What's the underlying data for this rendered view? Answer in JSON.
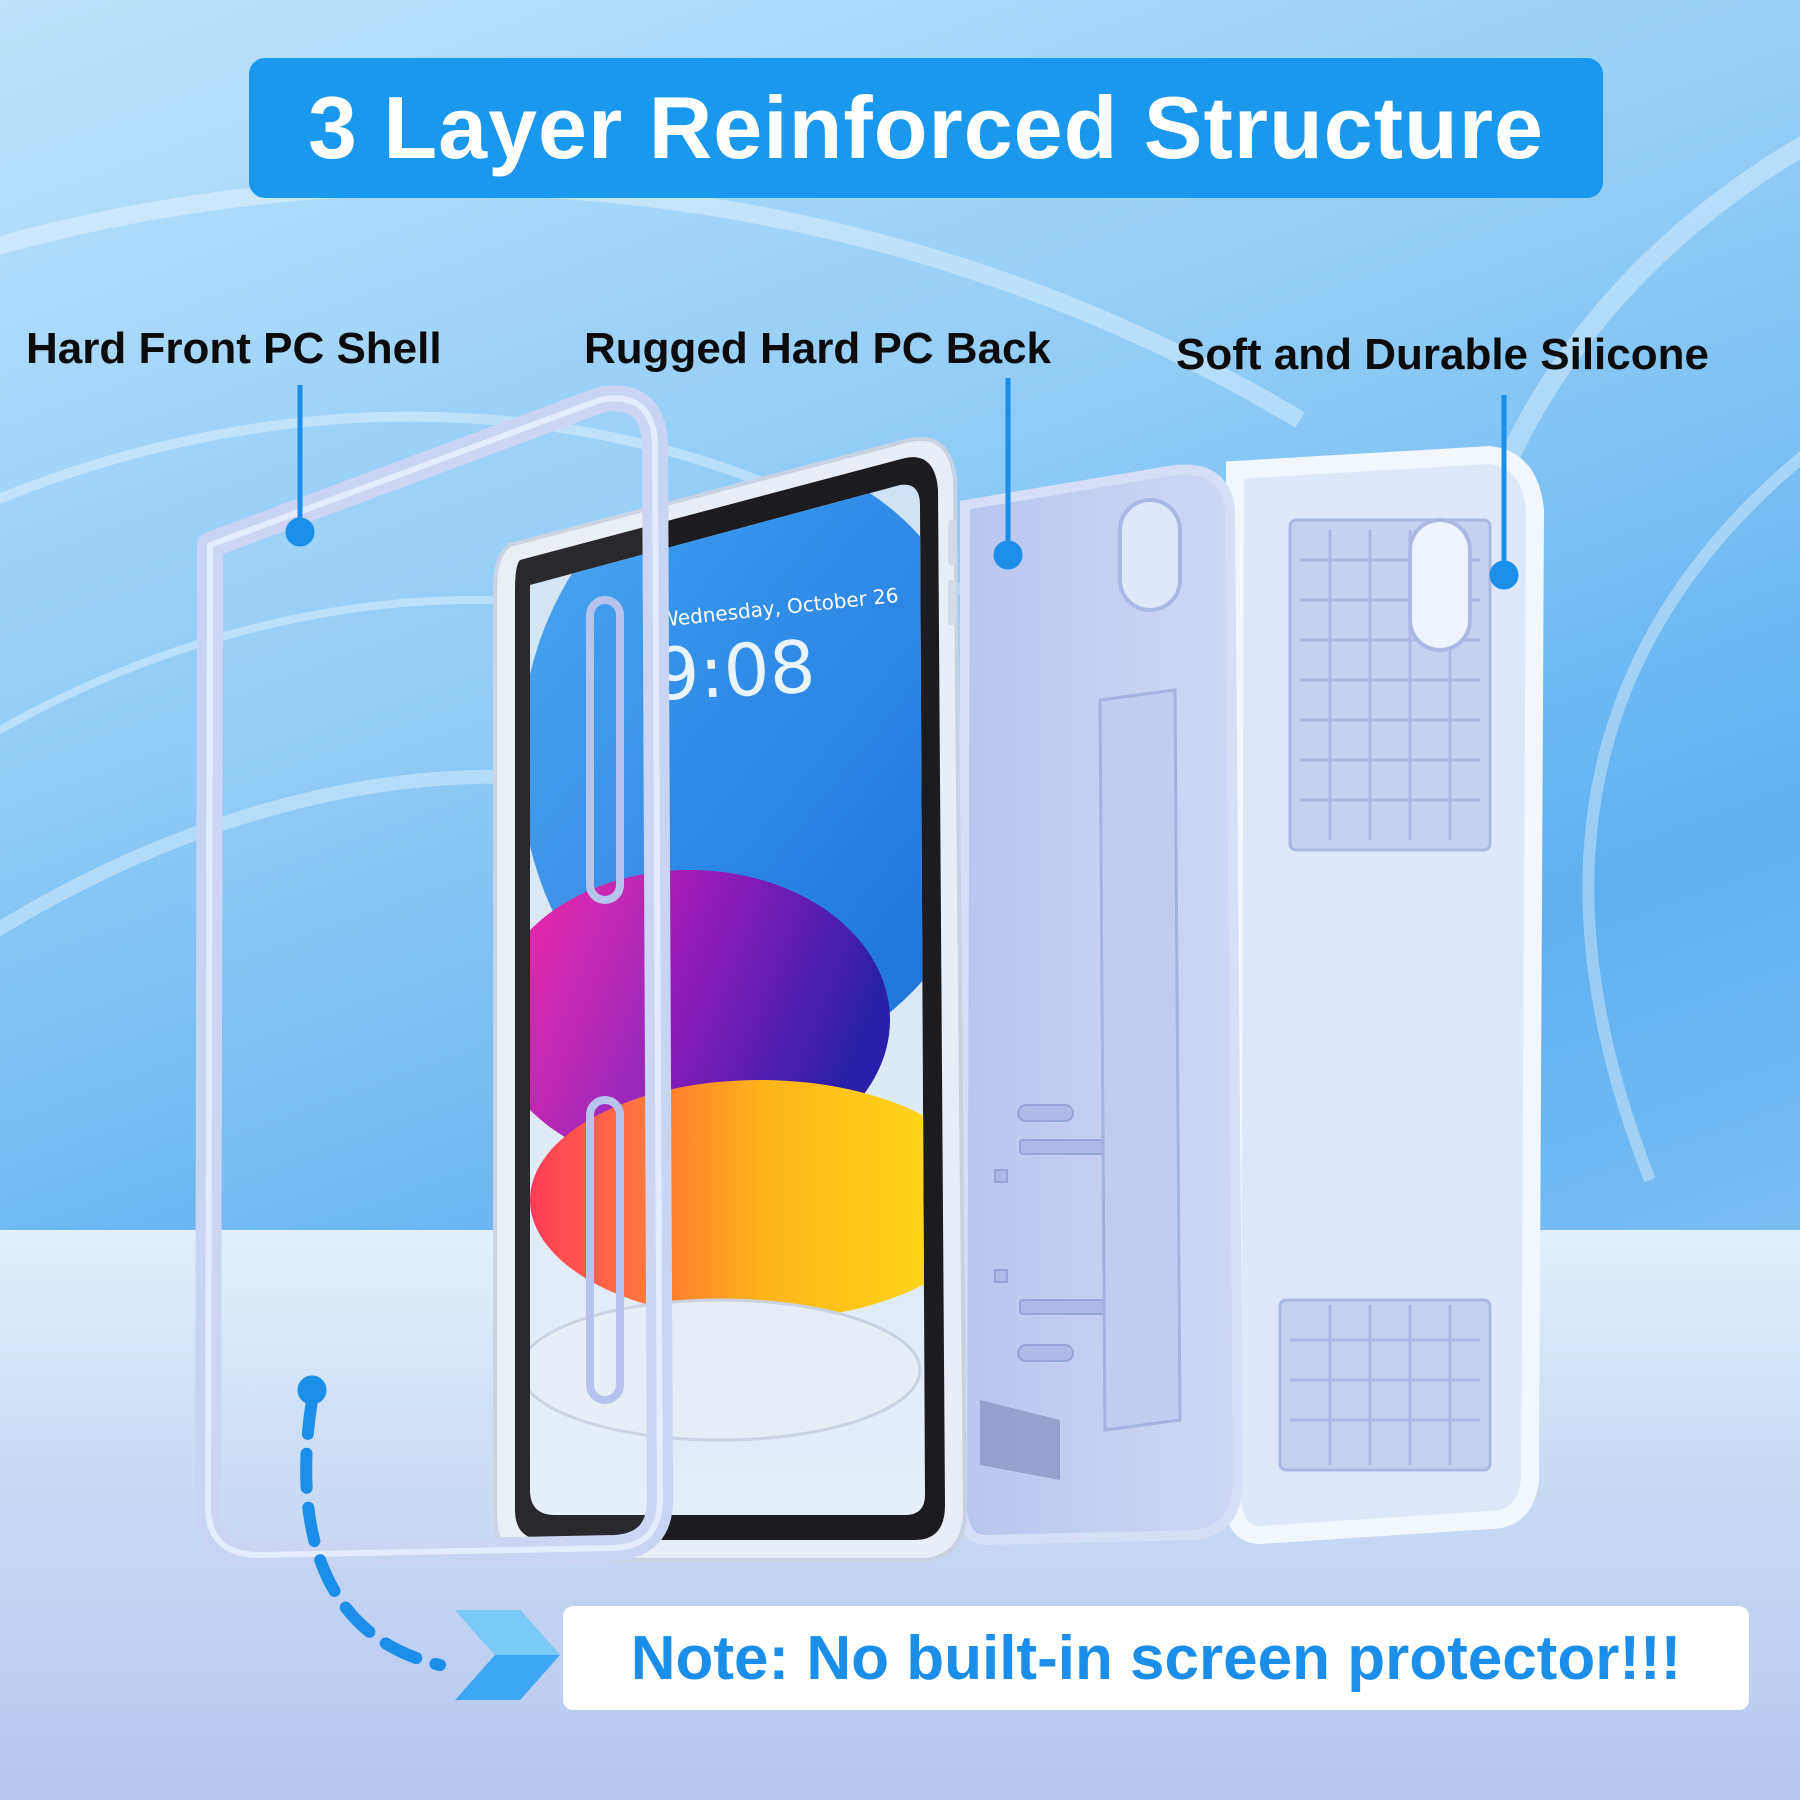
{
  "title": "3 Layer Reinforced Structure",
  "labels": {
    "front": "Hard Front PC Shell",
    "back": "Rugged Hard PC Back",
    "silicone": "Soft and Durable Silicone"
  },
  "note": "Note: No built-in screen protector!!!",
  "tablet_screen": {
    "date": "Wednesday, October 26",
    "time": "9:08"
  },
  "colors": {
    "accent": "#1a98ee",
    "note_text": "#1a8ee8",
    "shell": "#c7d2f2",
    "pointer": "#1a8ee8"
  },
  "icons": [
    "arrow-right-icon"
  ]
}
